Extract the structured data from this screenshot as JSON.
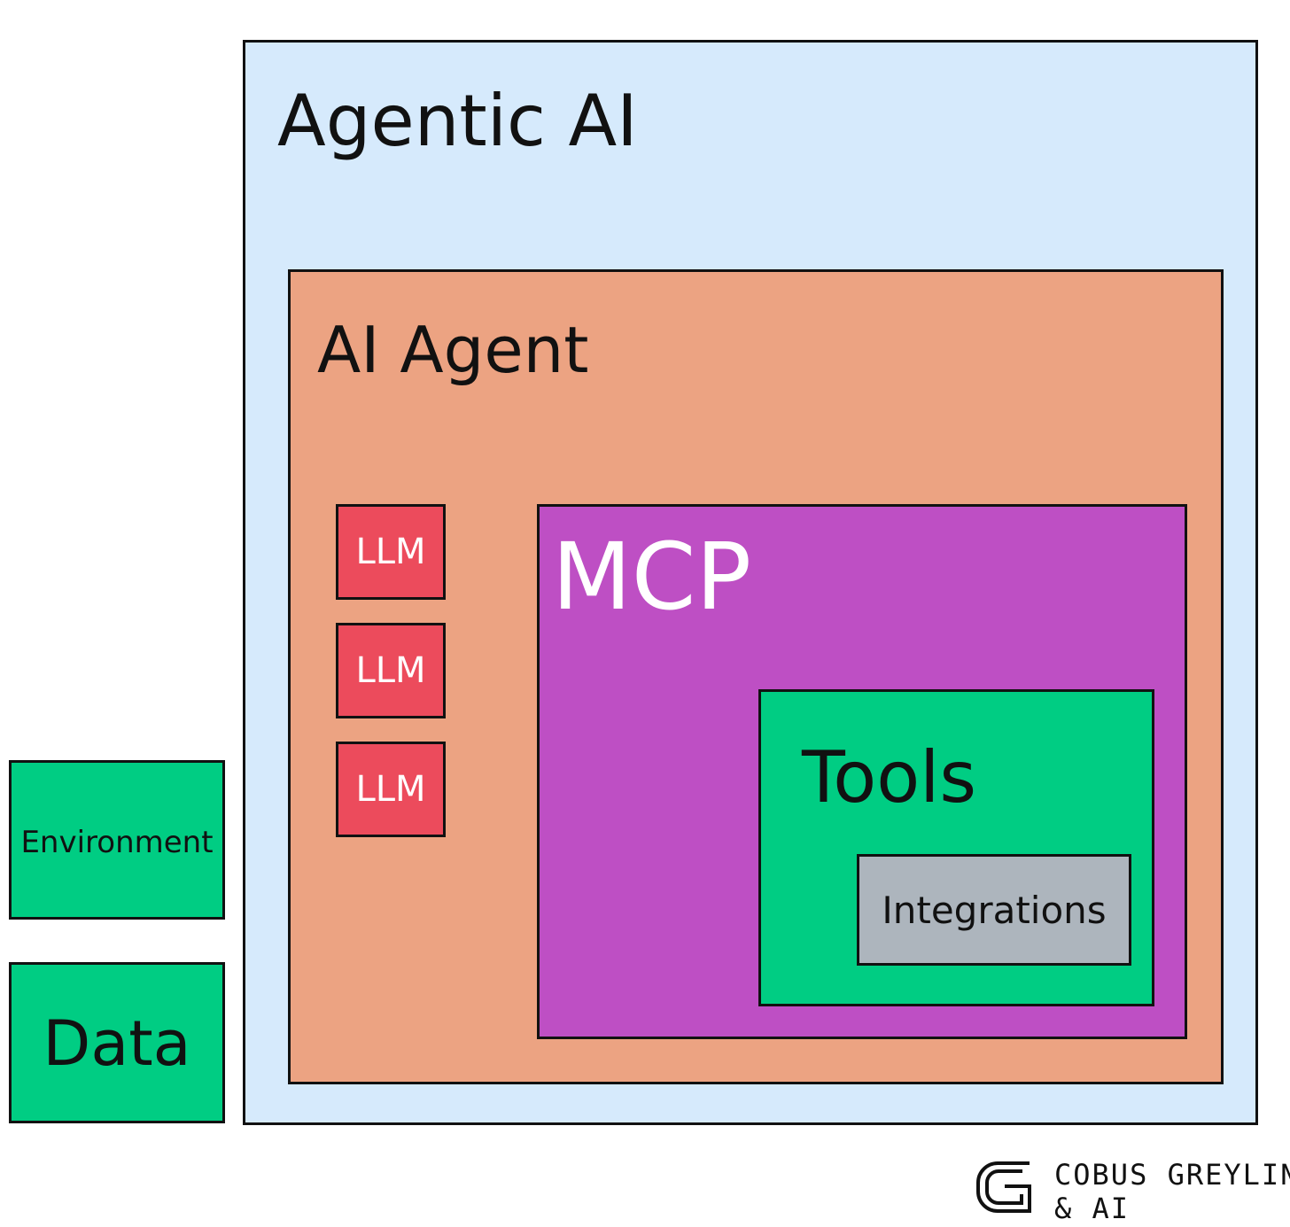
{
  "colors": {
    "agentic_ai": "#d6eafc",
    "ai_agent": "#eca382",
    "llm": "#ec4b5c",
    "mcp": "#be4fc4",
    "tools": "#00cd83",
    "integrations": "#adb5bd",
    "environment": "#00cd83",
    "data": "#00cd83"
  },
  "diagram": {
    "agentic_ai": "Agentic AI",
    "ai_agent": "AI Agent",
    "llms": [
      "LLM",
      "LLM",
      "LLM"
    ],
    "mcp": "MCP",
    "tools": "Tools",
    "integrations": "Integrations",
    "environment": "Environment",
    "data": "Data"
  },
  "brand": {
    "line1": "COBUS GREYLING",
    "line2": "& AI",
    "icon": "g-logo-icon"
  }
}
